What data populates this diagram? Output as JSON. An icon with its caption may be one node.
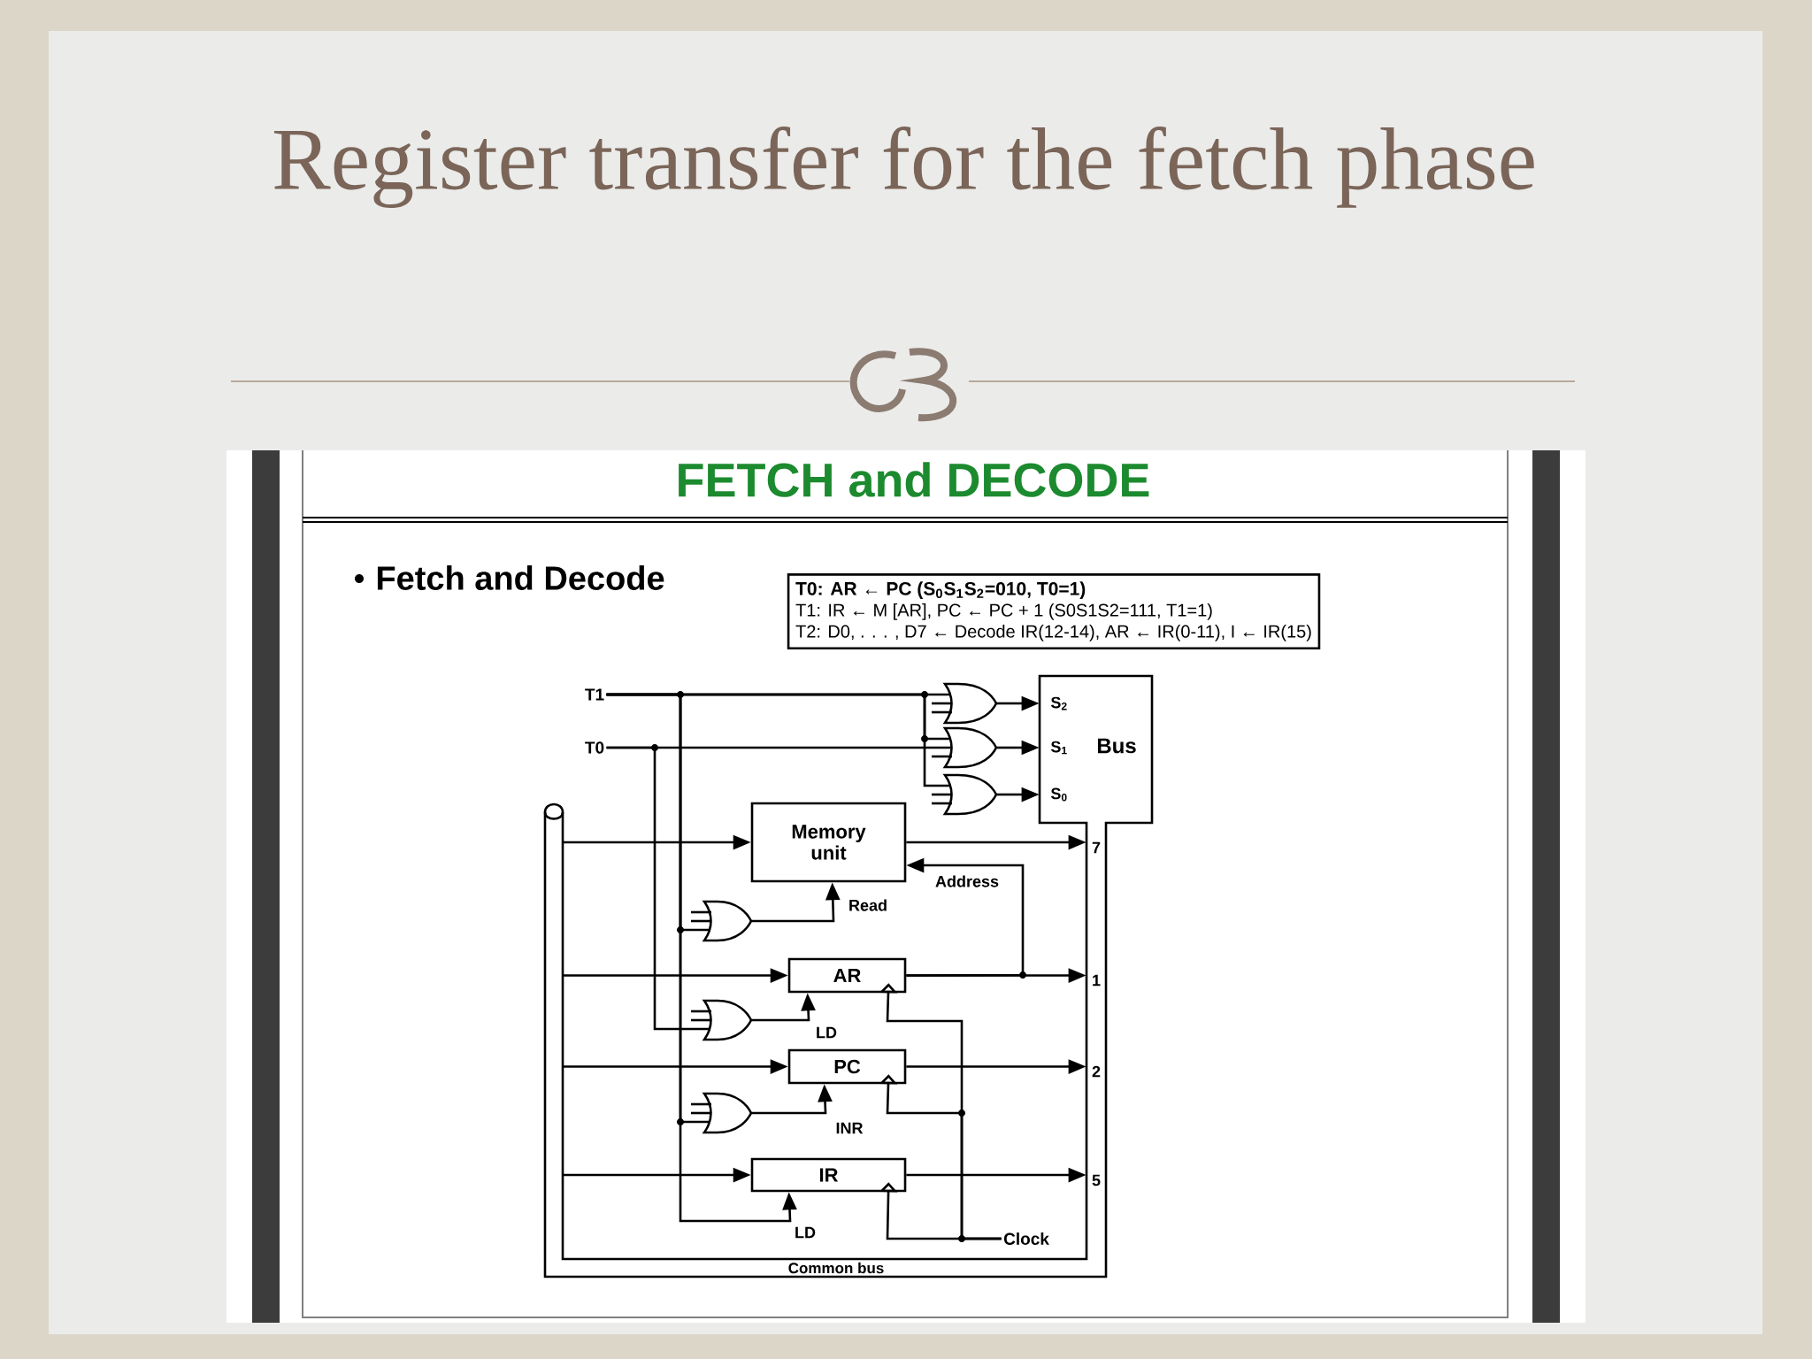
{
  "diagram": {
    "title": "Register transfer for the fetch phase",
    "nodes": [
      {
        "text": [
          "T0: AR ← PC  (S$_{0}$S$_{1}$S$_{2}$=010, T0=1)",
          "T1: IR ← M [AR],  PC ← PC + 1  (S0S1S2=111, T1=1)",
          "T2: D0, . . . , D7 ← Decode IR(12-14), AR ← IR(0-11), I ← IR(15)"
        ]
      },
      {
        "text": [
          "T1"
        ]
      },
      {
        "text": [
          "T0"
        ]
      },
      {
        "text": [],
        "shape": "gate"
      },
      {
        "text": [],
        "shape": "gate"
      },
      {
        "text": [],
        "shape": "gate"
      },
      {
        "text": [
          "S$_{2}$",
          "S$_{1}$",
          "Bus",
          "S$_{0}$",
          "Common bus"
        ]
      },
      {
        "text": [
          "Memory unit"
        ]
      },
      {
        "text": [],
        "shape": "gate"
      },
      {
        "text": [
          "AR"
        ]
      },
      {
        "text": [],
        "shape": "gate"
      },
      {
        "text": [
          "PC"
        ]
      },
      {
        "text": [],
        "shape": "gate"
      },
      {
        "text": [
          "IR"
        ]
      },
      {
        "text": [
          "Clock"
        ]
      }
    ],
    "edges": [
      {
        "from": 1,
        "to": 3,
        "arrow": "none"
      },
      {
        "from": 1,
        "to": 4,
        "arrow": "none"
      },
      {
        "from": 1,
        "to": 5,
        "arrow": "none"
      },
      {
        "from": 2,
        "to": 4,
        "arrow": "none"
      },
      {
        "from": 3,
        "to": 6,
        "arrow": "to"
      },
      {
        "from": 4,
        "to": 6,
        "arrow": "to"
      },
      {
        "from": 5,
        "to": 6,
        "arrow": "to"
      },
      {
        "from": 1,
        "to": 8,
        "arrow": "none"
      },
      {
        "from": 2,
        "to": 10,
        "arrow": "none"
      },
      {
        "from": 1,
        "to": 12,
        "arrow": "none"
      },
      {
        "from": 1,
        "to": 13,
        "arrow": "to",
        "label": "LD"
      },
      {
        "from": 8,
        "to": 7,
        "arrow": "to",
        "label": "Read"
      },
      {
        "from": 10,
        "to": 9,
        "arrow": "to",
        "label": "LD"
      },
      {
        "from": 12,
        "to": 11,
        "arrow": "to",
        "label": "INR"
      },
      {
        "from": 6,
        "to": 7,
        "arrow": "to"
      },
      {
        "from": 6,
        "to": 9,
        "arrow": "to"
      },
      {
        "from": 6,
        "to": 11,
        "arrow": "to"
      },
      {
        "from": 6,
        "to": 13,
        "arrow": "to"
      },
      {
        "from": 7,
        "to": 6,
        "arrow": "to",
        "label": "7"
      },
      {
        "from": 9,
        "to": 6,
        "arrow": "to",
        "label": "1"
      },
      {
        "from": 11,
        "to": 6,
        "arrow": "to",
        "label": "2"
      },
      {
        "from": 13,
        "to": 6,
        "arrow": "to",
        "label": "5"
      },
      {
        "from": 9,
        "to": 7,
        "arrow": "to",
        "label": "Address"
      },
      {
        "from": 14,
        "to": 9,
        "arrow": "to"
      },
      {
        "from": 14,
        "to": 11,
        "arrow": "to"
      },
      {
        "from": 14,
        "to": 13,
        "arrow": "to"
      }
    ],
    "labels": [
      "FETCH and DECODE",
      "Fetch and Decode"
    ]
  }
}
